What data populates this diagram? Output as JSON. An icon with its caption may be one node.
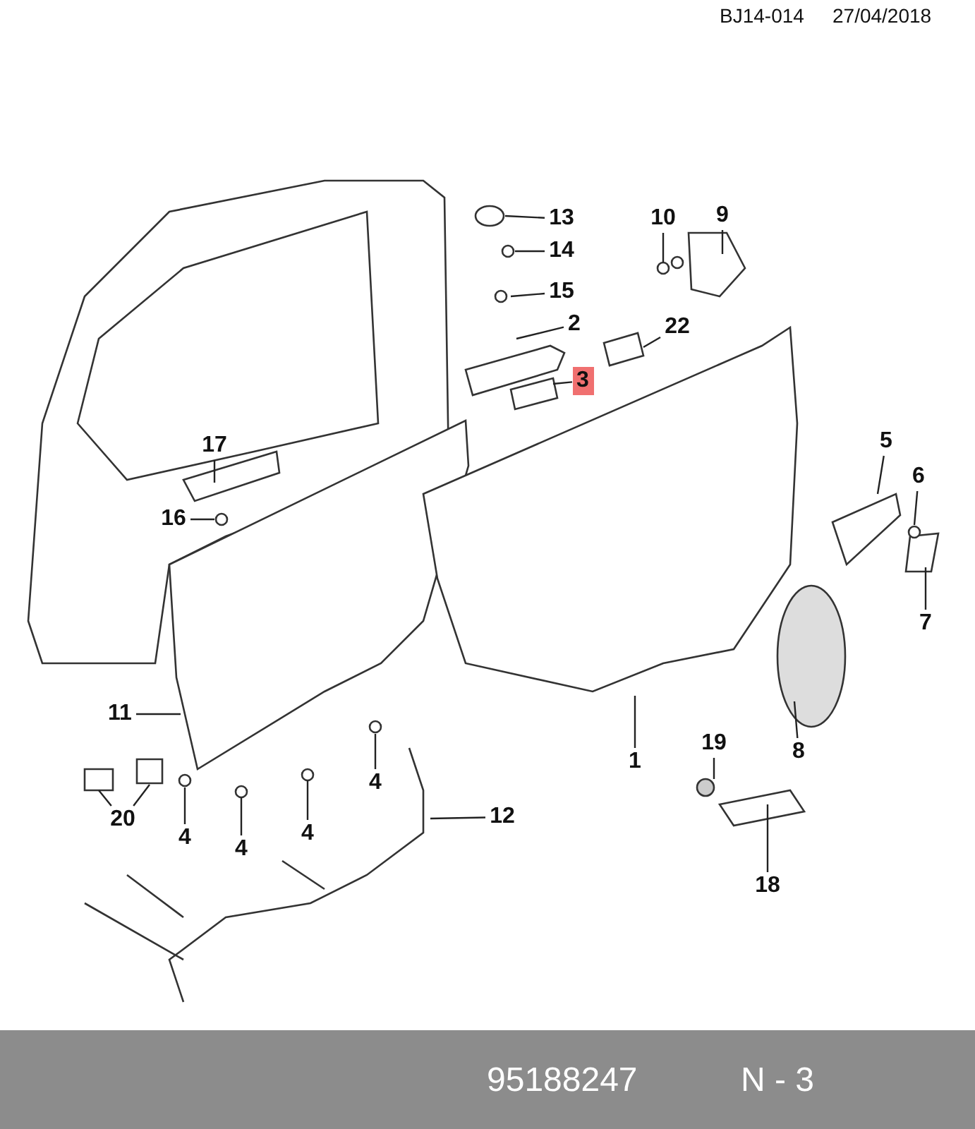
{
  "diagram": {
    "nodes": [
      {
        "text": [
          "13"
        ]
      },
      {
        "text": [
          "14"
        ]
      },
      {
        "text": [
          "15"
        ]
      },
      {
        "text": [
          "10"
        ]
      },
      {
        "text": [
          "9"
        ]
      },
      {
        "text": [
          "2"
        ]
      },
      {
        "text": [
          "22"
        ]
      },
      {
        "text": [
          "3"
        ]
      },
      {
        "text": [
          "17"
        ]
      },
      {
        "text": [
          "16"
        ]
      },
      {
        "text": [
          "5"
        ]
      },
      {
        "text": [
          "6"
        ]
      },
      {
        "text": [
          "7"
        ]
      },
      {
        "text": [
          "11"
        ]
      },
      {
        "text": [
          "1"
        ]
      },
      {
        "text": [
          "8"
        ]
      },
      {
        "text": [
          "19"
        ]
      },
      {
        "text": [
          "20"
        ]
      },
      {
        "text": [
          "4"
        ]
      },
      {
        "text": [
          "4"
        ]
      },
      {
        "text": [
          "4"
        ]
      },
      {
        "text": [
          "4"
        ]
      },
      {
        "text": [
          "12"
        ]
      },
      {
        "text": [
          "18"
        ]
      }
    ],
    "edges": [
      {
        "from": 0,
        "to": null,
        "arrow": "none"
      },
      {
        "from": 1,
        "to": null,
        "arrow": "none"
      },
      {
        "from": 2,
        "to": null,
        "arrow": "none"
      },
      {
        "from": 3,
        "to": null,
        "arrow": "none"
      },
      {
        "from": 4,
        "to": null,
        "arrow": "none"
      },
      {
        "from": 5,
        "to": null,
        "arrow": "none"
      },
      {
        "from": 6,
        "to": null,
        "arrow": "none"
      },
      {
        "from": 7,
        "to": null,
        "arrow": "none"
      },
      {
        "from": 8,
        "to": null,
        "arrow": "none"
      },
      {
        "from": 9,
        "to": null,
        "arrow": "none"
      },
      {
        "from": 10,
        "to": null,
        "arrow": "none"
      },
      {
        "from": 11,
        "to": null,
        "arrow": "none"
      },
      {
        "from": 12,
        "to": null,
        "arrow": "none"
      },
      {
        "from": 13,
        "to": null,
        "arrow": "none"
      },
      {
        "from": 14,
        "to": null,
        "arrow": "none"
      },
      {
        "from": 15,
        "to": null,
        "arrow": "none"
      },
      {
        "from": 16,
        "to": null,
        "arrow": "none"
      },
      {
        "from": 17,
        "to": null,
        "arrow": "none"
      },
      {
        "from": 17,
        "to": null,
        "arrow": "none"
      },
      {
        "from": 18,
        "to": null,
        "arrow": "none"
      },
      {
        "from": 19,
        "to": null,
        "arrow": "none"
      },
      {
        "from": 20,
        "to": null,
        "arrow": "none"
      },
      {
        "from": 21,
        "to": null,
        "arrow": "none"
      },
      {
        "from": 22,
        "to": null,
        "arrow": "none"
      },
      {
        "from": 23,
        "to": null,
        "arrow": "none"
      }
    ],
    "labels": [
      "BJ14-014",
      "27/04/2018",
      "95188247",
      "N - 3"
    ]
  }
}
